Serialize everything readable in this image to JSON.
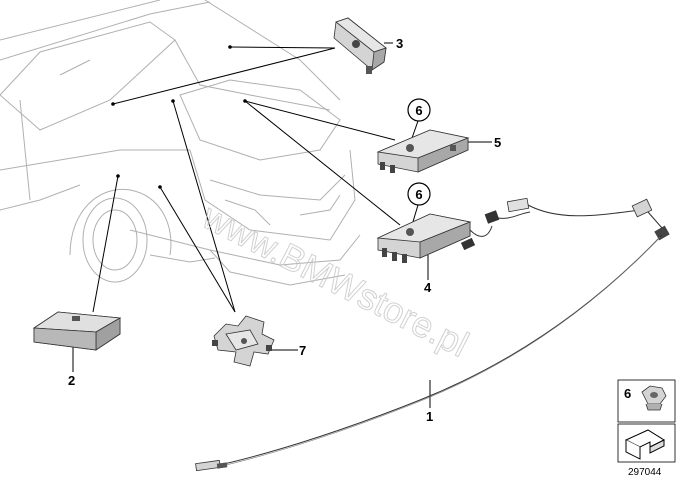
{
  "callouts": {
    "label_1": "1",
    "label_2": "2",
    "label_3": "3",
    "label_4": "4",
    "label_5": "5",
    "label_6a": "6",
    "label_6b": "6",
    "label_6_legend": "6",
    "label_7": "7"
  },
  "watermark": "www.BMWstore.pl",
  "diagram_id": "297044",
  "colors": {
    "car_outline": "#b0b0b0",
    "leader_line": "#000000",
    "part_fill": "#d4d4d4",
    "part_shadow": "#a8a8a8",
    "watermark": "#c9c9c9"
  }
}
